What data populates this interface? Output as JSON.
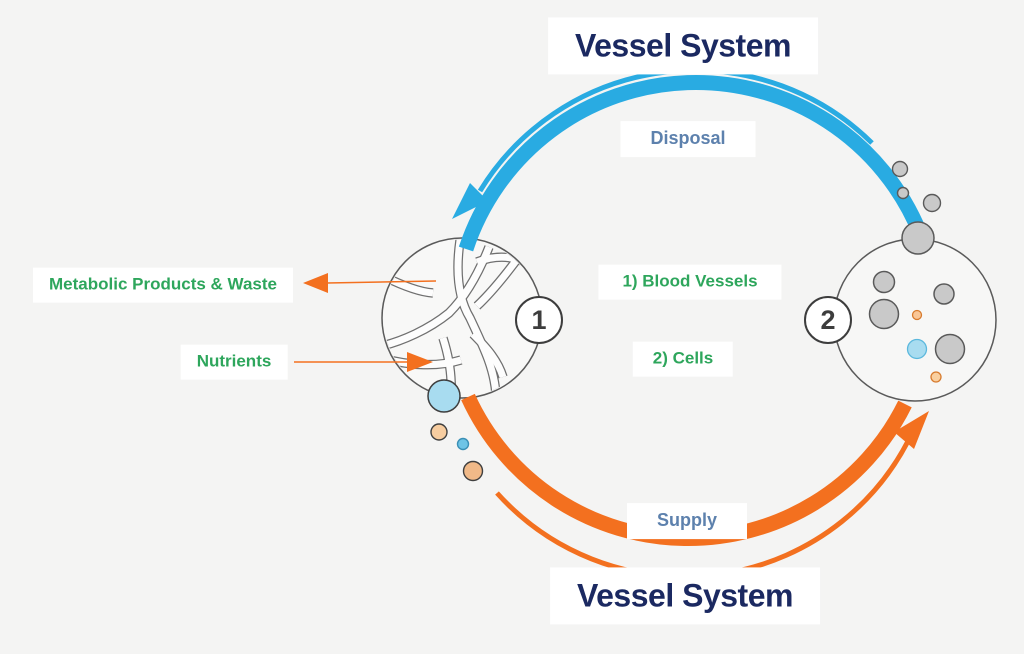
{
  "diagram": {
    "title_top": "Vessel System",
    "title_bottom": "Vessel System",
    "flow_top_label": "Disposal",
    "flow_bottom_label": "Supply",
    "annotation_waste": "Metabolic Products & Waste",
    "annotation_nutrients": "Nutrients",
    "legend_item_1": "1) Blood Vessels",
    "legend_item_2": "2) Cells",
    "node_1_number": "1",
    "node_2_number": "2"
  },
  "colors": {
    "background": "#f4f4f3",
    "disposal_arc_blue": "#29abe2",
    "supply_arc_orange": "#f3701f",
    "annotation_green": "#2ea65c",
    "title_navy": "#1b2961",
    "flow_label_blue_gray": "#5d81ad",
    "cell_gray": "#c9c9c9",
    "cell_light_blue": "#a8dcf0",
    "cell_peach": "#f6cda2",
    "label_box_white": "#ffffff"
  },
  "icons": {
    "disposal_arc": "curved-arrow-top-right-to-left",
    "supply_arc": "curved-arrow-bottom-left-to-right",
    "waste_arrow": "thin-arrow-left",
    "nutrients_arrow": "thin-arrow-right",
    "node1_texture": "blood-vessel-network",
    "node2_texture": "cell-cluster"
  }
}
